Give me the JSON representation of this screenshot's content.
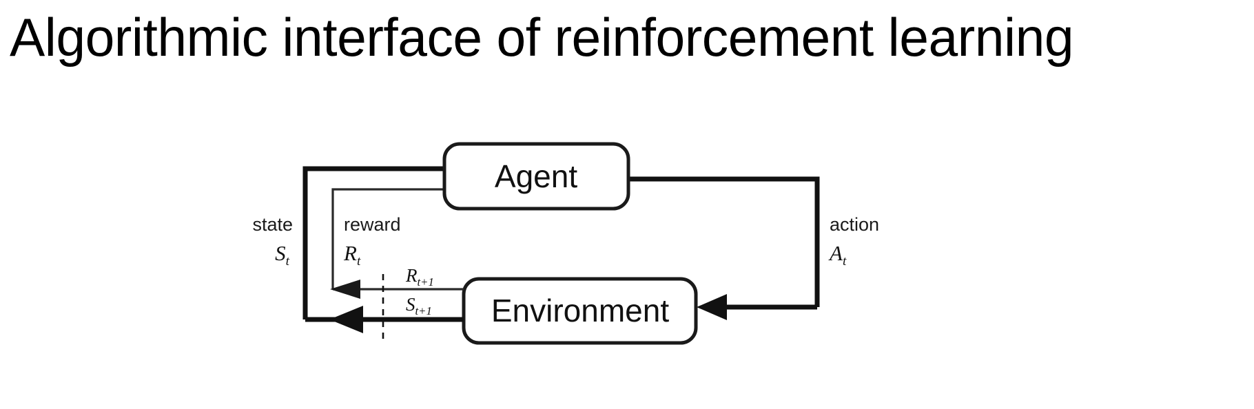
{
  "slide": {
    "title": "Algorithmic interface of reinforcement learning",
    "background_color": "#ffffff",
    "text_color": "#000000"
  },
  "diagram": {
    "type": "agent-environment-interaction-loop",
    "nodes": [
      {
        "id": "agent",
        "label": "Agent"
      },
      {
        "id": "environment",
        "label": "Environment"
      }
    ],
    "edges": [
      {
        "id": "state-feedback",
        "from": "environment",
        "to": "agent",
        "word": "state",
        "symbol": "S",
        "symbol_subscript": "t",
        "stroke": "thick"
      },
      {
        "id": "reward-feedback",
        "from": "environment",
        "to": "agent",
        "word": "reward",
        "symbol": "R",
        "symbol_subscript": "t",
        "stroke": "thin"
      },
      {
        "id": "action",
        "from": "agent",
        "to": "environment",
        "word": "action",
        "symbol": "A",
        "symbol_subscript": "t",
        "stroke": "thick"
      },
      {
        "id": "next-reward",
        "from": "environment",
        "to": "time-boundary",
        "symbol": "R",
        "symbol_subscript": "t+1",
        "stroke": "thin"
      },
      {
        "id": "next-state",
        "from": "environment",
        "to": "time-boundary",
        "symbol": "S",
        "symbol_subscript": "t+1",
        "stroke": "thick"
      }
    ],
    "time_boundary": {
      "id": "time-step-divider",
      "style": "dashed-vertical"
    },
    "colors": {
      "stroke": "#111111",
      "box_fill": "#ffffff",
      "box_stroke": "#1a1a1a"
    }
  }
}
